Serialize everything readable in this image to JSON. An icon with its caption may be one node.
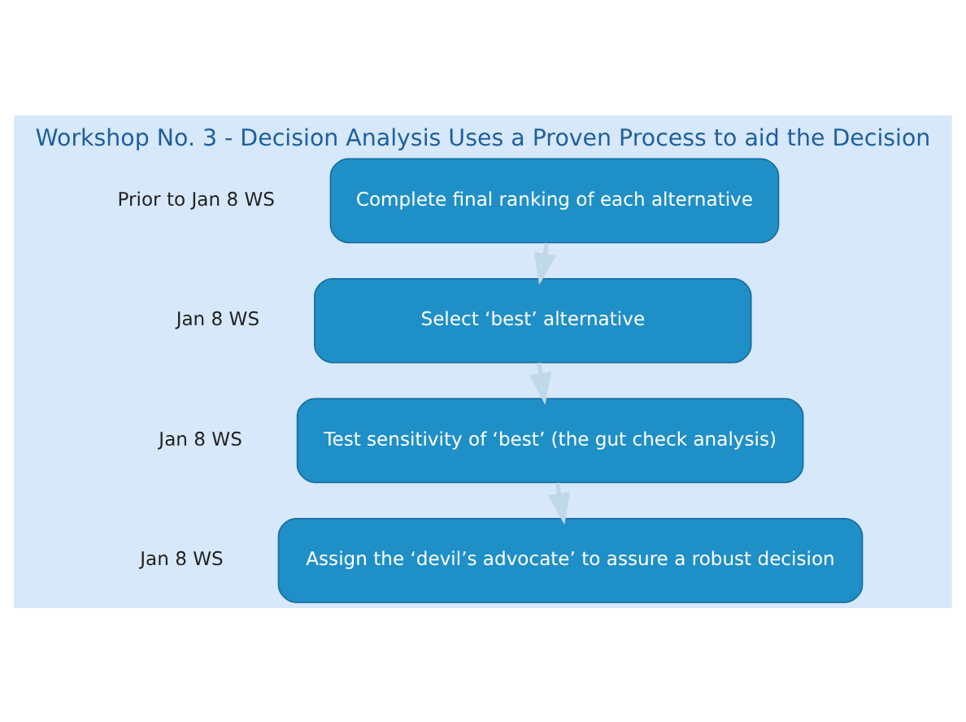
{
  "diagram": {
    "title": "Workshop No. 3 - Decision Analysis Uses a Proven Process to aid the Decision",
    "nodes": [
      {
        "text": [
          "Complete final ranking of each alternative"
        ],
        "beside": [
          "Prior to Jan 8 WS"
        ]
      },
      {
        "text": [
          "Select ‘best’ alternative"
        ],
        "beside": [
          "Jan 8 WS"
        ]
      },
      {
        "text": [
          "Test sensitivity of ‘best’ (the gut check analysis)"
        ],
        "beside": [
          "Jan 8 WS"
        ]
      },
      {
        "text": [
          "Assign the ‘devil’s advocate’ to assure a robust decision"
        ],
        "beside": [
          "Jan 8 WS"
        ]
      }
    ],
    "edges": [
      {
        "from": 0,
        "to": 1,
        "arrow": "to"
      },
      {
        "from": 1,
        "to": 2,
        "arrow": "to"
      },
      {
        "from": 2,
        "to": 3,
        "arrow": "to"
      }
    ]
  }
}
